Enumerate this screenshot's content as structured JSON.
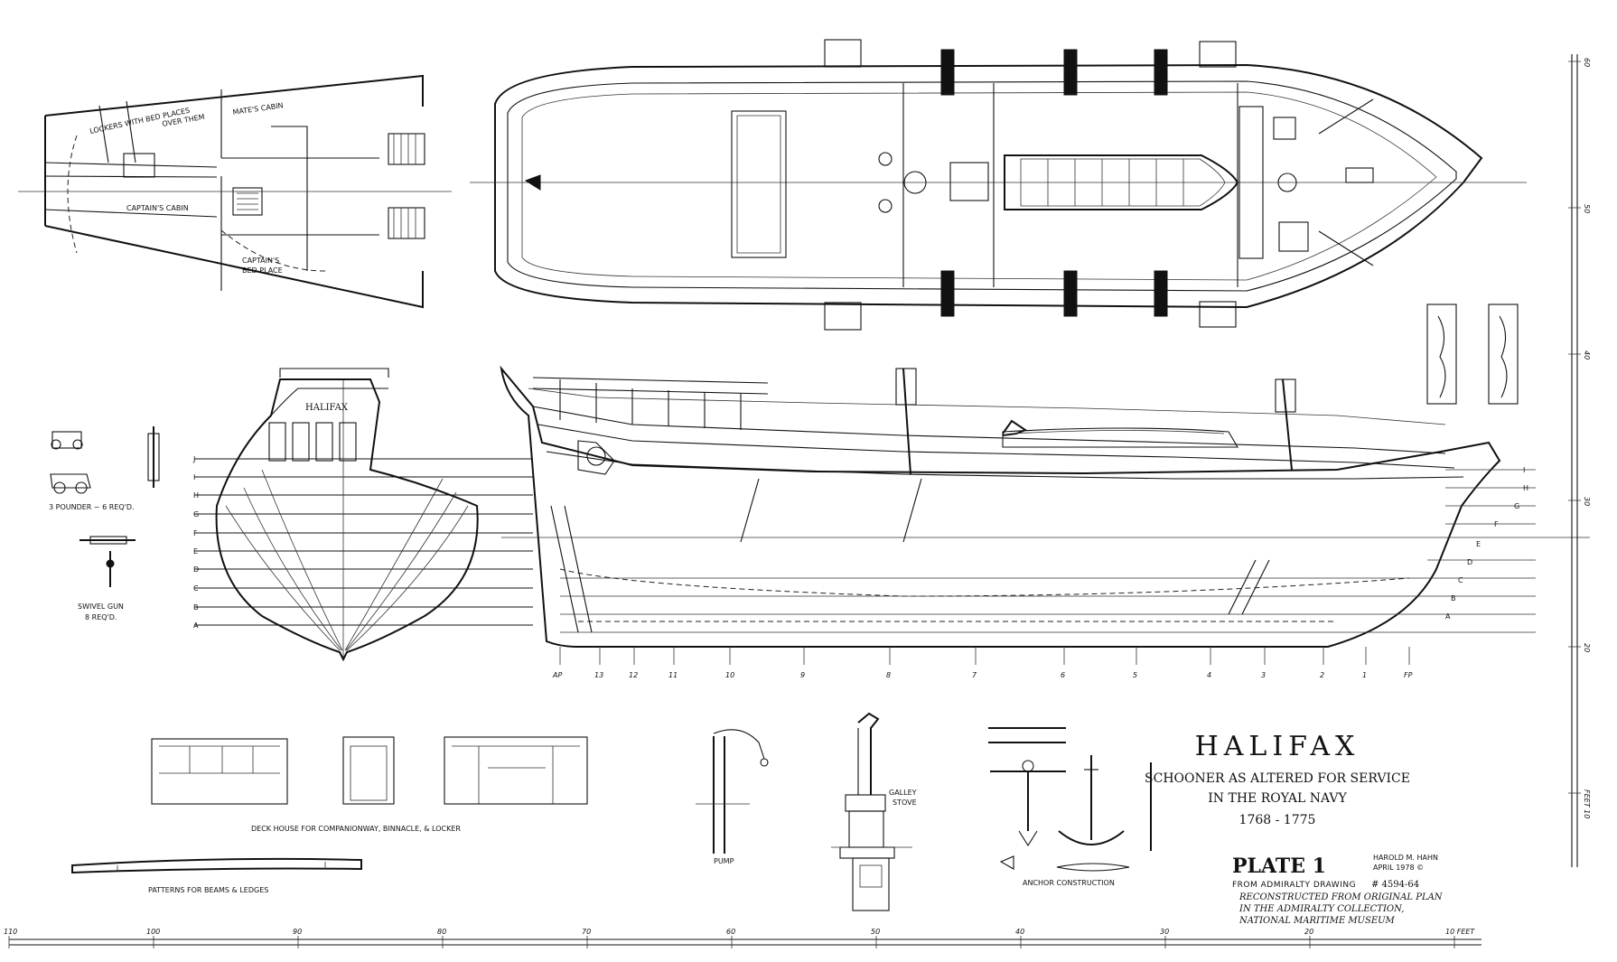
{
  "title_block": {
    "title": "HALIFAX",
    "subtitle_1": "SCHOONER AS ALTERED FOR SERVICE",
    "subtitle_2": "IN THE ROYAL NAVY",
    "years": "1768 - 1775",
    "plate": "PLATE 1",
    "from_drawing": "FROM ADMIRALTY DRAWING",
    "drawing_no": "# 4594-64",
    "author": "HAROLD M. HAHN",
    "date": "APRIL 1978 ©",
    "note_1": "RECONSTRUCTED FROM ORIGINAL PLAN",
    "note_2": "IN THE ADMIRALTY COLLECTION,",
    "note_3": "NATIONAL MARITIME MUSEUM"
  },
  "cabin_plan": {
    "lockers": "LOCKERS WITH BED PLACES",
    "over": "OVER THEM",
    "mates_cabin": "MATE'S CABIN",
    "captains_cabin": "CAPTAIN'S CABIN",
    "captains_bed_1": "CAPTAIN'S",
    "captains_bed_2": "BED PLACE"
  },
  "body_plan": {
    "transom_name": "HALIFAX",
    "waterlines": [
      "J",
      "I",
      "H",
      "G",
      "F",
      "E",
      "D",
      "C",
      "B",
      "A"
    ]
  },
  "guns": {
    "pounder": "3 POUNDER ~ 6 REQ'D.",
    "swivel_1": "SWIVEL GUN",
    "swivel_2": "8 REQ'D."
  },
  "profile": {
    "waterlines": [
      "I",
      "H",
      "G",
      "F",
      "E",
      "D",
      "C",
      "B",
      "A"
    ],
    "stations": [
      "AP",
      "13",
      "12",
      "11",
      "10",
      "9",
      "8",
      "7",
      "6",
      "5",
      "4",
      "3",
      "2",
      "1",
      "FP"
    ]
  },
  "details": {
    "deck_house": "DECK HOUSE FOR COMPANIONWAY, BINNACLE, & LOCKER",
    "patterns": "PATTERNS FOR BEAMS & LEDGES",
    "pump": "PUMP",
    "galley_1": "GALLEY",
    "galley_2": "STOVE",
    "anchor": "ANCHOR CONSTRUCTION"
  },
  "bottom_scale": {
    "labels": [
      "110",
      "100",
      "90",
      "80",
      "70",
      "60",
      "50",
      "40",
      "30",
      "20",
      "10 FEET"
    ]
  },
  "side_scale": {
    "labels": [
      "60",
      "50",
      "40",
      "30",
      "20",
      "FEET 10"
    ]
  }
}
